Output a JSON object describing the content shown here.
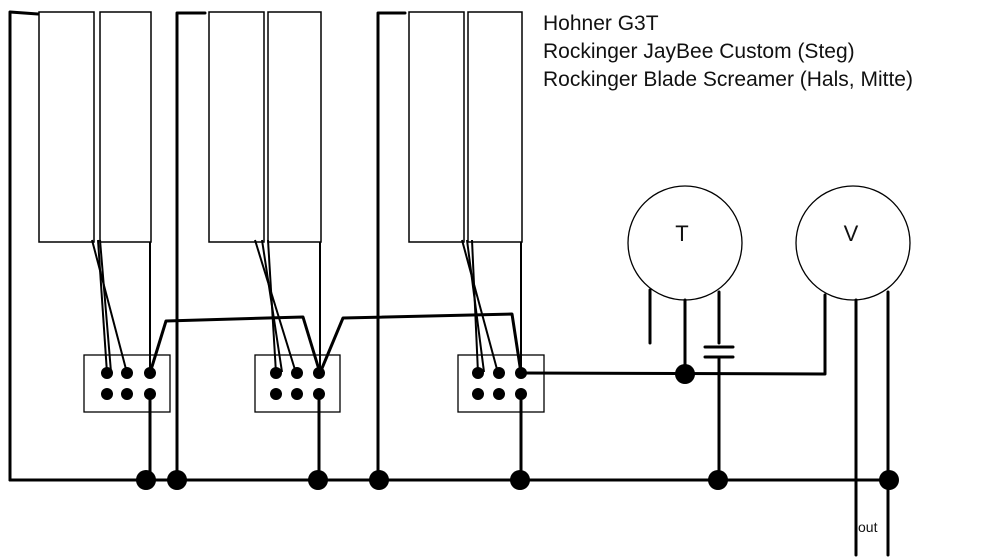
{
  "title": {
    "line1": "Hohner G3T",
    "line2": "Rockinger JayBee Custom (Steg)",
    "line3": "Rockinger Blade Screamer (Hals, Mitte)"
  },
  "pots": {
    "tone_label": "T",
    "volume_label": "V"
  },
  "output_label": "out"
}
